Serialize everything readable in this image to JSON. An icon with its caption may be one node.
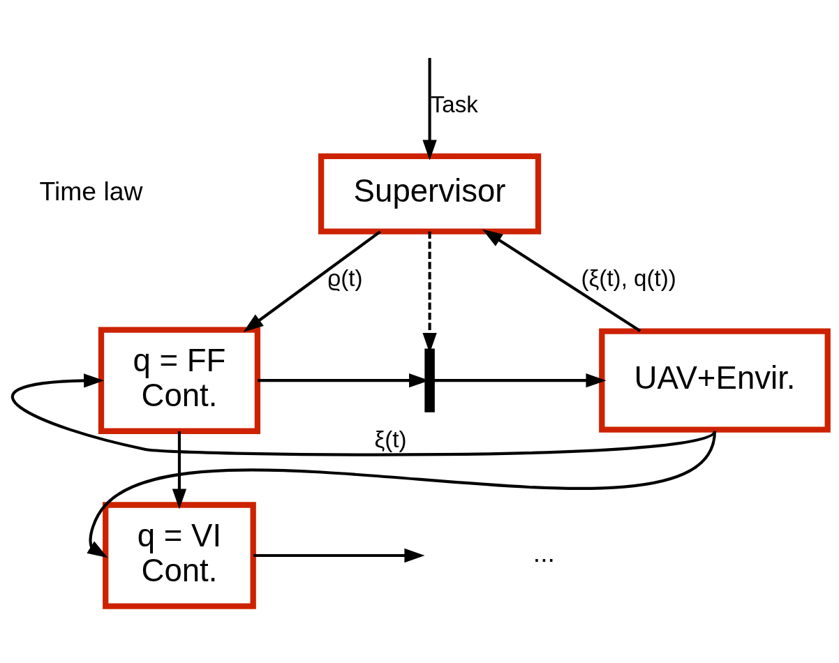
{
  "diagram": {
    "nodes": [
      {
        "text": [
          "Supervisor"
        ]
      },
      {
        "text": [
          "q = FF",
          "Cont."
        ]
      },
      {
        "text": [
          "q = VI",
          "Cont."
        ]
      },
      {
        "text": [
          "UAV+Envir."
        ]
      },
      {
        "text": [],
        "shape": "switch"
      }
    ],
    "edges": [
      {
        "from": null,
        "to": 0,
        "arrow": "to",
        "label": "Task"
      },
      {
        "from": 0,
        "to": 1,
        "arrow": "to",
        "label": "ϱ(t)"
      },
      {
        "from": 3,
        "to": 0,
        "arrow": "to",
        "label": "(ξ(t), q(t))"
      },
      {
        "from": 0,
        "to": 4,
        "arrow": "to",
        "style": "dashed"
      },
      {
        "from": 1,
        "to": 4,
        "arrow": "to"
      },
      {
        "from": 4,
        "to": 3,
        "arrow": "to"
      },
      {
        "from": 1,
        "to": 2,
        "arrow": "to"
      },
      {
        "from": 2,
        "to": null,
        "arrow": "to"
      },
      {
        "from": 3,
        "to": 1,
        "arrow": "to",
        "label": "ξ(t)"
      },
      {
        "from": 3,
        "to": 2,
        "arrow": "to"
      }
    ],
    "labels": [
      "Time law",
      "..."
    ]
  }
}
